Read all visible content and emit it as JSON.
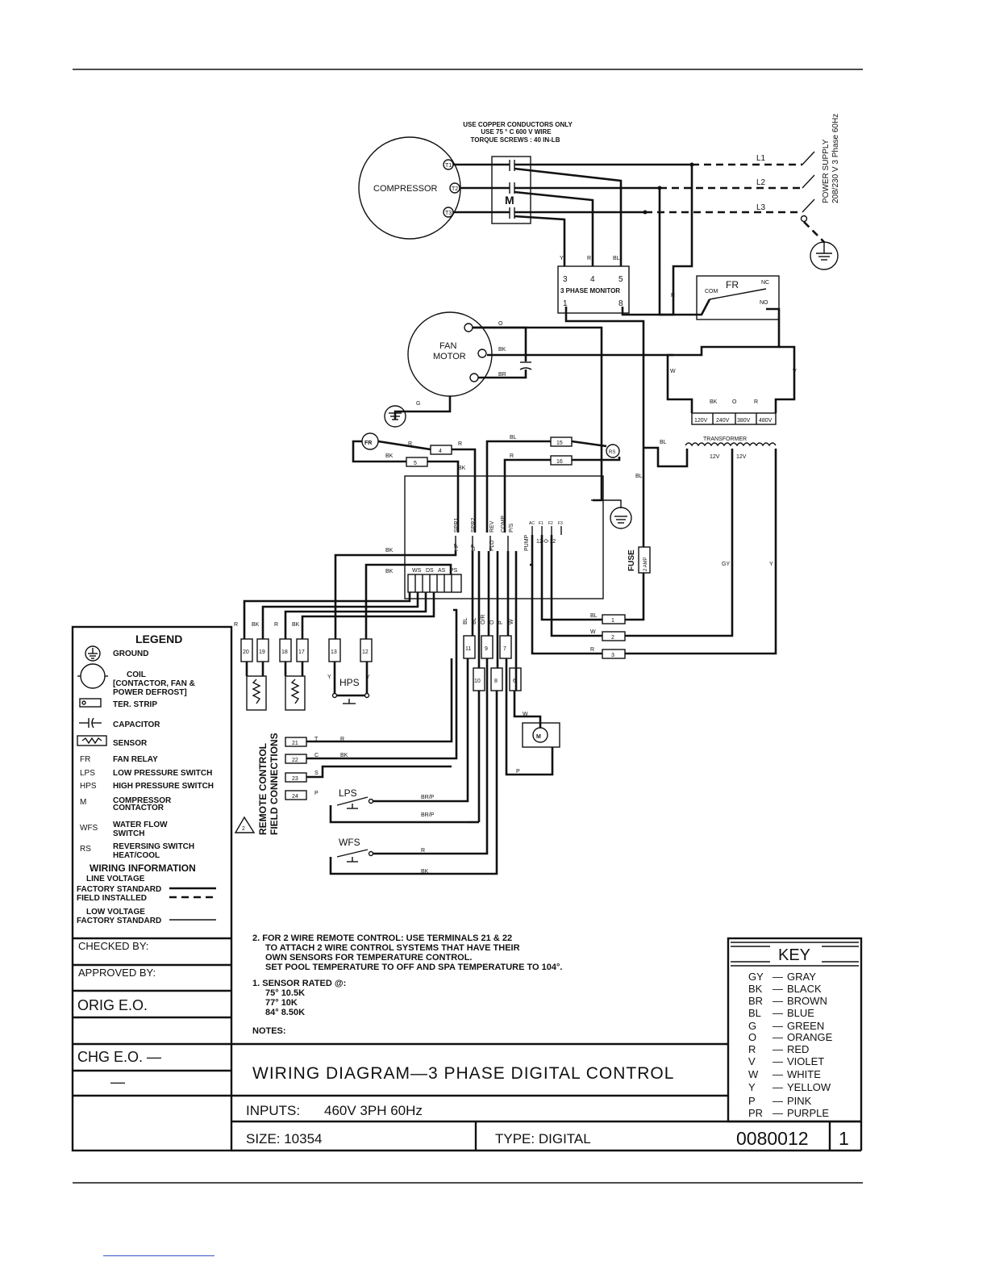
{
  "notice": {
    "line1": "USE COPPER CONDUCTORS ONLY",
    "line2": "USE 75 ° C  600 V WIRE",
    "line3": "TORQUE SCREWS : 40 IN-LB"
  },
  "power_supply": {
    "line1": "POWER SUPPLY",
    "line2": "208/230 V 3 Phase  60Hz"
  },
  "lines": [
    "L1",
    "L2",
    "L3"
  ],
  "compressor": {
    "label": "COMPRESSOR",
    "terminals": [
      "T1",
      "T2",
      "T3"
    ]
  },
  "contactor": {
    "label": "M"
  },
  "phase_monitor": {
    "label": "3 PHASE MONITOR",
    "terminals": [
      "3",
      "4",
      "5",
      "1",
      "8"
    ]
  },
  "fan_relay": {
    "label": "FR",
    "com": "COM",
    "nc": "NC",
    "no": "NO"
  },
  "fan_motor": {
    "line1": "FAN",
    "line2": "MOTOR"
  },
  "transformer": {
    "label": "TRANSFORMER",
    "taps": [
      "120V",
      "240V",
      "380V",
      "480V"
    ],
    "tap_colors": [
      "BK",
      "O",
      "R"
    ],
    "secondary": [
      "12V",
      "12V"
    ]
  },
  "fuse": {
    "label": "FUSE",
    "rating": "2 AMP"
  },
  "control_board": {
    "top_labels": [
      "SPR1",
      "SPR2",
      "REV",
      "COMP",
      "P/S"
    ],
    "mid_labels": [
      "HP",
      "LP",
      "FLO",
      "PUMP"
    ],
    "dip_labels": [
      "AC",
      "F1",
      "F2",
      "F3"
    ],
    "dip_value": "12-0-12",
    "sensor_labels": [
      "WS",
      "DS",
      "AS",
      "PS"
    ]
  },
  "terminals": {
    "upper": [
      "4",
      "5",
      "15",
      "16"
    ],
    "row": [
      "20",
      "19",
      "18",
      "17",
      "13",
      "12",
      "11",
      "9",
      "7",
      "10",
      "8",
      "6"
    ],
    "right": [
      "1",
      "2",
      "3"
    ],
    "remote": [
      "21",
      "22",
      "23",
      "24"
    ]
  },
  "remote": {
    "line1": "REMOTE CONTROL",
    "line2": "FIELD CONNECTIONS",
    "wire_letters": [
      "T",
      "C",
      "S",
      "P"
    ],
    "warning": "2"
  },
  "switches": {
    "hps": "HPS",
    "lps": "LPS",
    "wfs": "WFS"
  },
  "wire_codes": [
    "Y",
    "R",
    "BL",
    "O",
    "BK",
    "BR",
    "G",
    "W",
    "V",
    "GY",
    "BR/P",
    "P",
    "O/R"
  ],
  "legend": {
    "title": "LEGEND",
    "items": [
      {
        "sym": "",
        "text": "GROUND"
      },
      {
        "sym": "",
        "text": "COIL"
      },
      {
        "sym": "",
        "text": "[CONTACTOR, FAN  &"
      },
      {
        "sym": "",
        "text": "POWER DEFROST]"
      },
      {
        "sym": "",
        "text": "TER. STRIP"
      },
      {
        "sym": "",
        "text": "CAPACITOR"
      },
      {
        "sym": "",
        "text": "SENSOR"
      },
      {
        "sym": "FR",
        "text": "FAN RELAY"
      },
      {
        "sym": "LPS",
        "text": "LOW PRESSURE SWITCH"
      },
      {
        "sym": "HPS",
        "text": "HIGH PRESSURE SWITCH"
      },
      {
        "sym": "M",
        "text": "COMPRESSOR"
      },
      {
        "sym": "",
        "text": "CONTACTOR"
      },
      {
        "sym": "WFS",
        "text": "WATER FLOW"
      },
      {
        "sym": "",
        "text": "SWITCH"
      },
      {
        "sym": "RS",
        "text": "REVERSING SWITCH"
      },
      {
        "sym": "",
        "text": "HEAT/COOL"
      }
    ],
    "wiring_title": "WIRING INFORMATION",
    "line_voltage": "LINE VOLTAGE",
    "factory_standard": "FACTORY STANDARD",
    "field_installed": "FIELD INSTALLED",
    "low_voltage": "LOW VOLTAGE",
    "factory_standard_low": "FACTORY STANDARD"
  },
  "notes": {
    "note2_line1": "2. FOR 2 WIRE REMOTE CONTROL: USE TERMINALS 21 & 22",
    "note2_line2": "TO ATTACH 2 WIRE CONTROL SYSTEMS THAT HAVE THEIR",
    "note2_line3": "OWN SENSORS FOR TEMPERATURE CONTROL.",
    "note2_line4": "SET POOL TEMPERATURE TO OFF AND SPA TEMPERATURE TO 104°.",
    "note1_line1": "1. SENSOR RATED @:",
    "note1_line2": "75° 10.5K",
    "note1_line3": "77° 10K",
    "note1_line4": "84° 8.50K",
    "title": "NOTES:"
  },
  "title_block": {
    "checked_by": "CHECKED  BY:",
    "approved_by": "APPROVED  BY:",
    "orig_eo": "ORIG  E.O.",
    "chg_eo": "CHG  E.O.     —",
    "dash": "—",
    "title": "WIRING  DIAGRAM—3  PHASE  DIGITAL  CONTROL",
    "inputs_label": "INPUTS:",
    "inputs_value": "460V  3PH  60Hz",
    "size": "SIZE:  10354",
    "type": "TYPE:    DIGITAL",
    "drawing_number": "0080012",
    "sheet": "1"
  },
  "key": {
    "title": "KEY",
    "entries": [
      {
        "code": "GY",
        "name": "GRAY"
      },
      {
        "code": "BK",
        "name": "BLACK"
      },
      {
        "code": "BR",
        "name": "BROWN"
      },
      {
        "code": "BL",
        "name": "BLUE"
      },
      {
        "code": "G",
        "name": "GREEN"
      },
      {
        "code": "O",
        "name": "ORANGE"
      },
      {
        "code": "R",
        "name": "RED"
      },
      {
        "code": "V",
        "name": "VIOLET"
      },
      {
        "code": "W",
        "name": "WHITE"
      },
      {
        "code": "Y",
        "name": "YELLOW"
      },
      {
        "code": "P",
        "name": "PINK"
      },
      {
        "code": "PR",
        "name": "PURPLE"
      }
    ]
  }
}
